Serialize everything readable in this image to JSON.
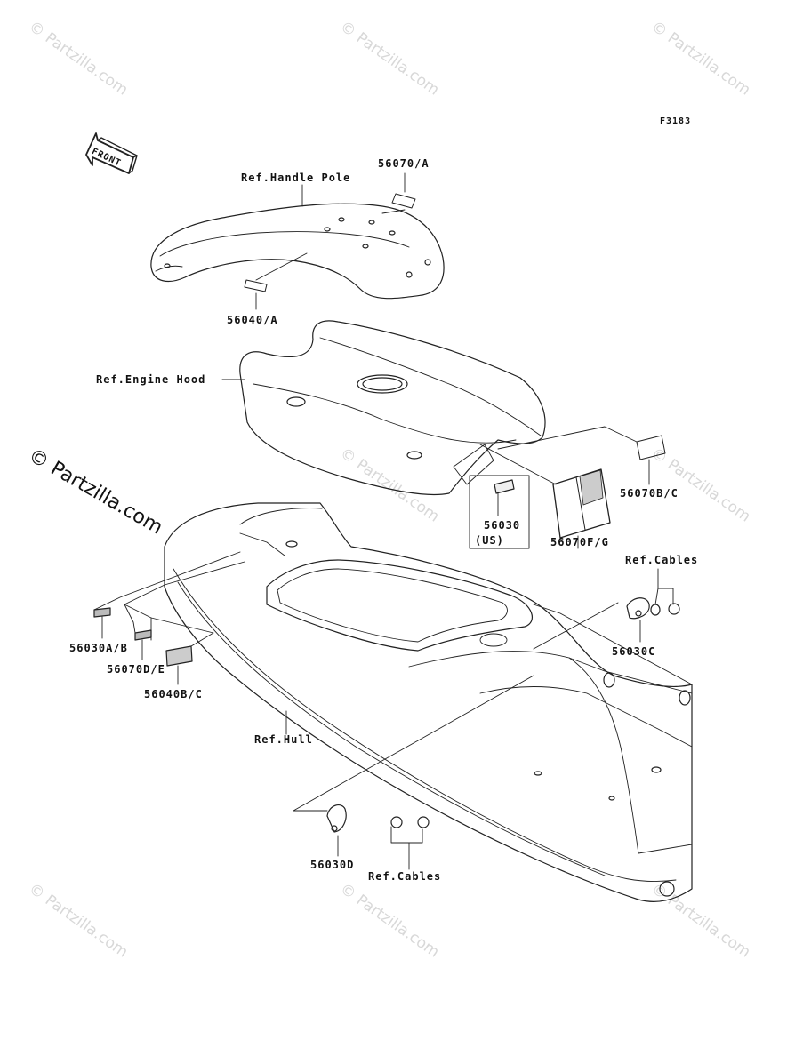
{
  "figure_code": "F3183",
  "front_arrow_label": "FRONT",
  "watermark": "© Partzilla.com",
  "callouts": {
    "handle_pole": "Ref.Handle Pole",
    "p56070a": "56070/A",
    "p56040a": "56040/A",
    "engine_hood": "Ref.Engine Hood",
    "p56070bc": "56070B/C",
    "p56030": "56030",
    "us": "(US)",
    "p56070fg": "56070F/G",
    "cables_right": "Ref.Cables",
    "p56030c": "56030C",
    "p56030ab": "56030A/B",
    "p56070de": "56070D/E",
    "p56040bc": "56040B/C",
    "hull": "Ref.Hull",
    "p56030d": "56030D",
    "cables_bottom": "Ref.Cables"
  }
}
